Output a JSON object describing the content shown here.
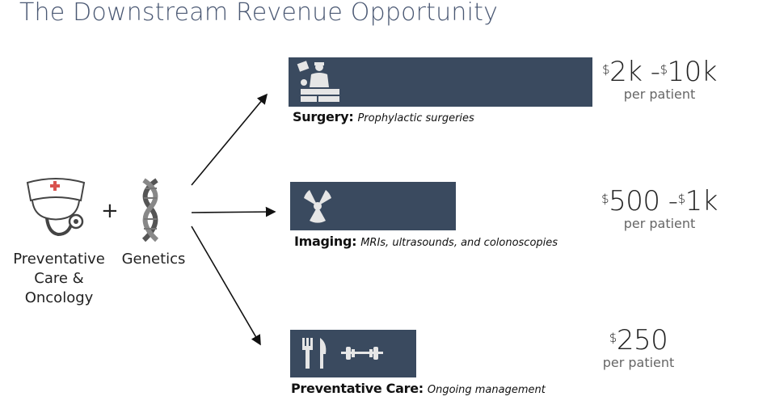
{
  "title": "The Downstream Revenue Opportunity",
  "left": {
    "plus": "+",
    "care_label": "Preventative Care & Oncology",
    "care_lines": [
      "Preventative",
      "Care &",
      "Oncology"
    ],
    "genetics_label": "Genetics"
  },
  "rows": [
    {
      "category": "Surgery:",
      "description": "Prophylactic surgeries",
      "price_from_sym": "$",
      "price_from": "2k -",
      "price_to_sym": "$",
      "price_to": "10k",
      "per": "per patient",
      "icons": [
        "surgeon-icon"
      ]
    },
    {
      "category": "Imaging:",
      "description": "MRIs, ultrasounds, and colonoscopies",
      "price_from_sym": "$",
      "price_from": "500 -",
      "price_to_sym": "$",
      "price_to": "1k",
      "per": "per patient",
      "icons": [
        "radiation-icon"
      ]
    },
    {
      "category": "Preventative Care:",
      "description": "Ongoing management",
      "price_sym": "$",
      "price": "250",
      "per": "per patient",
      "icons": [
        "fork-knife-icon",
        "dumbbell-icon"
      ]
    }
  ],
  "colors": {
    "bar": "#3a4a5f",
    "title": "#4a5873",
    "icon": "#e6e6e6"
  }
}
